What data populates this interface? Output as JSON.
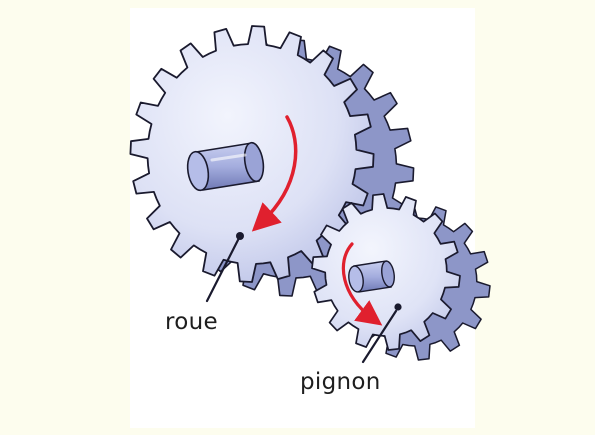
{
  "diagram": {
    "labels": {
      "roue": "roue",
      "pignon": "pignon"
    },
    "colors": {
      "background": "#fdfdee",
      "panel": "#ffffff",
      "gear_face": "#d6dbf2",
      "gear_side": "#8d96c8",
      "gear_shadow": "#9ba3d0",
      "axle": "#9ea8d8",
      "outline": "#1a1a2e",
      "arrow": "#e0202e"
    },
    "components": [
      {
        "name": "roue",
        "role": "large gear",
        "arrow_direction": "clockwise"
      },
      {
        "name": "pignon",
        "role": "small gear",
        "arrow_direction": "counter-clockwise"
      }
    ]
  }
}
